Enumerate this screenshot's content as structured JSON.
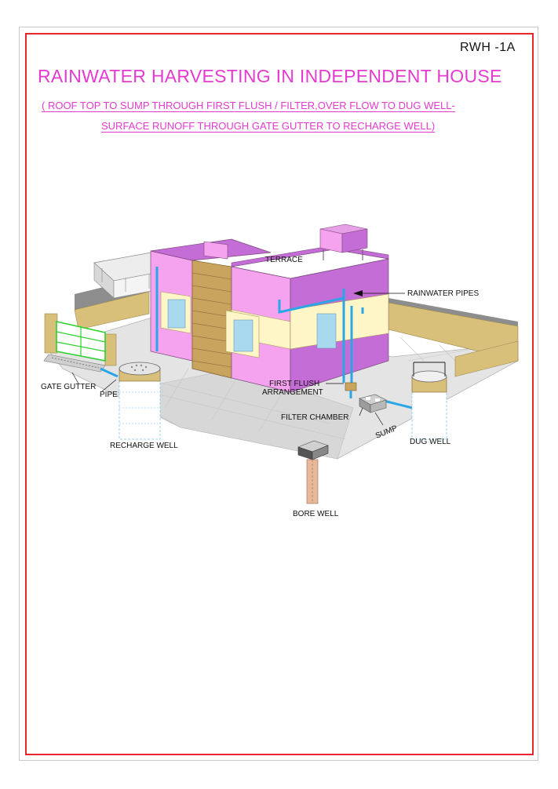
{
  "sheet": {
    "code": "RWH -1A",
    "title": "RAINWATER HARVESTING IN INDEPENDENT HOUSE",
    "subtitle_line1": "( ROOF TOP TO SUMP THROUGH FIRST FLUSH / FILTER,OVER FLOW TO DUG WELL-",
    "subtitle_line2": "SURFACE RUNOFF THROUGH  GATE GUTTER TO RECHARGE WELL)"
  },
  "labels": {
    "terrace": "TERRACE",
    "rainwater_pipes": "RAINWATER PIPES",
    "gate_gutter": "GATE GUTTER",
    "pipe": "PIPE",
    "recharge_well": "RECHARGE WELL",
    "first_flush_1": "FIRST FLUSH",
    "first_flush_2": "ARRANGEMENT",
    "filter_chamber": "FILTER CHAMBER",
    "sump": "SUMP",
    "dug_well": "DUG  WELL",
    "bore_well": "BORE WELL"
  },
  "colors": {
    "title": "#e43ad0",
    "border": "#e8262b",
    "wall_pink": "#f5a3ef",
    "wall_violet": "#c56dd6",
    "compound_wall": "#d9c07a",
    "pipe": "#2aa6e6",
    "ground": "#e4e4e4"
  }
}
